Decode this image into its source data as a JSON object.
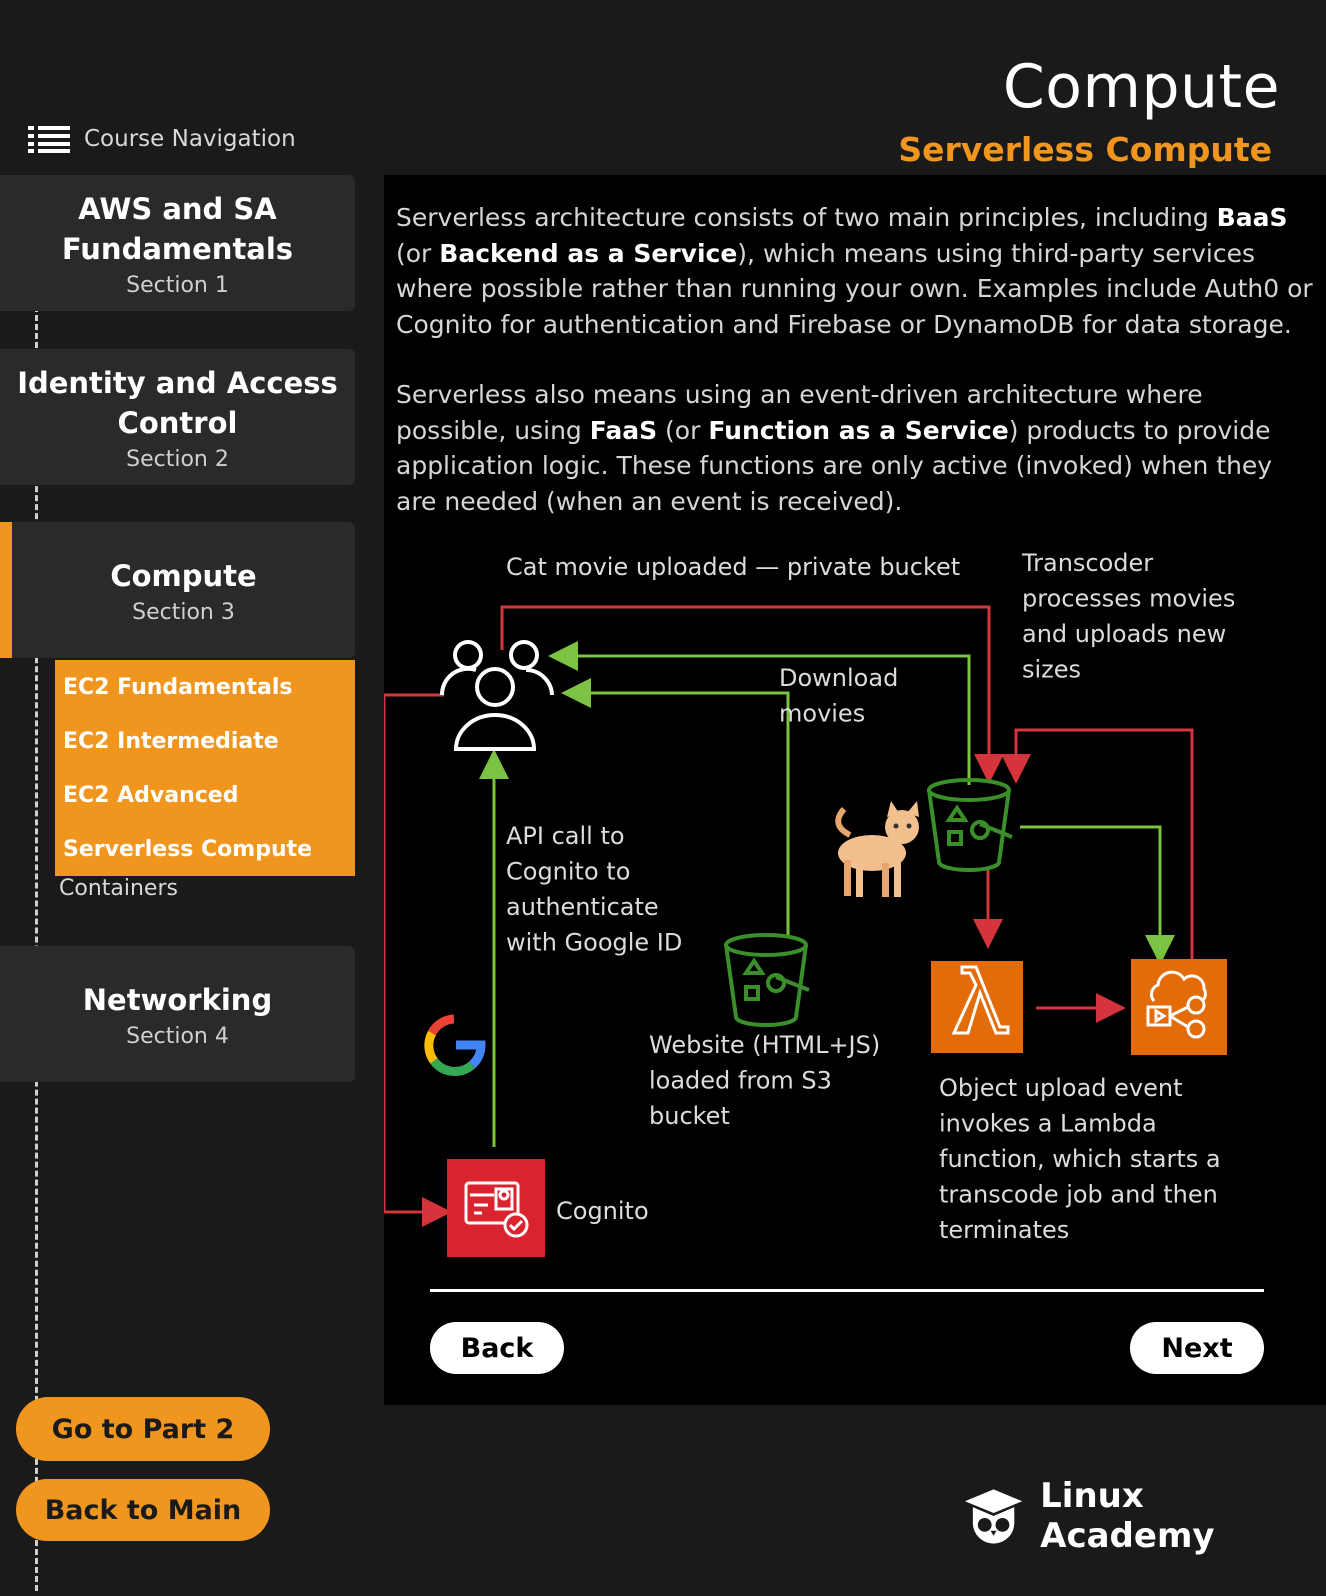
{
  "header": {
    "title": "Compute",
    "subtitle": "Serverless Compute"
  },
  "nav": {
    "header_label": "Course Navigation",
    "sections": [
      {
        "title_line1": "AWS and SA",
        "title_line2": "Fundamentals",
        "sub": "Section 1"
      },
      {
        "title_line1": "Identity and Access",
        "title_line2": "Control",
        "sub": "Section 2"
      },
      {
        "title_line1": "Compute",
        "sub": "Section 3"
      },
      {
        "title_line1": "Networking",
        "sub": "Section 4"
      }
    ],
    "subitems": [
      "EC2 Fundamentals",
      "EC2 Intermediate",
      "EC2 Advanced",
      "Serverless Compute"
    ],
    "subitem_plain": "Containers",
    "go_part2": "Go to Part 2",
    "back_main": "Back to Main"
  },
  "content": {
    "p1": {
      "t1": "Serverless architecture consists of two main principles, including ",
      "b1": "BaaS",
      "t2": " (or ",
      "b2": "Backend as a Service",
      "t3": "), which means using third-party services where possible rather than running your own. Examples include Auth0 or Cognito for authentication and Firebase or DynamoDB for data storage."
    },
    "p2": {
      "t1": "Serverless also means using an event-driven architecture where possible, using ",
      "b1": "FaaS",
      "t2": " (or ",
      "b2": "Function as a Service",
      "t3": ") products to provide application logic. These functions are only active (invoked) when they are needed (when an event is received)."
    }
  },
  "diagram": {
    "label_upload": "Cat movie uploaded — private bucket",
    "label_transcoder": [
      "Transcoder",
      "processes movies",
      "and uploads new",
      "sizes"
    ],
    "label_download": [
      "Download",
      "movies"
    ],
    "label_api": [
      "API call to",
      "Cognito to",
      "authenticate",
      "with Google ID"
    ],
    "label_website": [
      "Website (HTML+JS)",
      "loaded from S3",
      "bucket"
    ],
    "label_cognito": "Cognito",
    "label_event": [
      "Object upload event",
      "invokes a Lambda",
      "function, which starts a",
      "transcode job and then",
      "terminates"
    ],
    "colors": {
      "red": "#d6343c",
      "green": "#7cc243",
      "orange": "#e36b08",
      "s3green": "#3b8f2a",
      "cognito": "#d9232e"
    },
    "icons": [
      "users-icon",
      "google-icon",
      "cognito-icon",
      "s3-bucket-icon",
      "cat-icon",
      "lambda-icon",
      "elastic-transcoder-icon"
    ]
  },
  "footer": {
    "back_label": "Back",
    "next_label": "Next",
    "brand": "Linux Academy"
  }
}
